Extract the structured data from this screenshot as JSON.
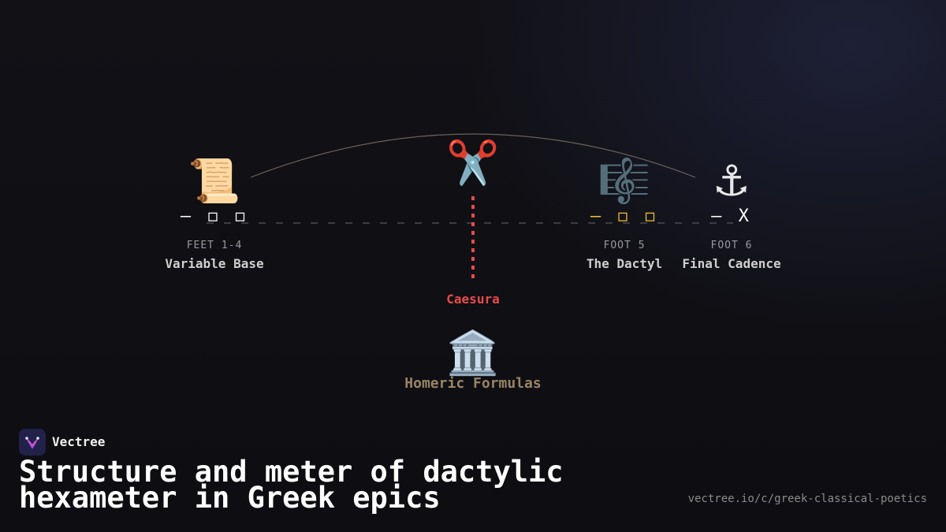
{
  "nodes": [
    {
      "id": "feet-1-4",
      "icon": "📜",
      "icon_name": "scroll-icon",
      "meter": "– ◻ ◻",
      "foot_label": "FEET 1-4",
      "name": "Variable Base",
      "meter_color": "#ffffff"
    },
    {
      "id": "foot-5",
      "icon": "🎼",
      "icon_name": "musical-score-icon",
      "meter": "– ◻ ◻",
      "foot_label": "FOOT 5",
      "name": "The Dactyl",
      "meter_color": "#f2c230"
    },
    {
      "id": "foot-6",
      "icon": "⚓",
      "icon_name": "anchor-icon",
      "meter": "– X",
      "foot_label": "FOOT 6",
      "name": "Final Cadence",
      "meter_color": "#ffffff"
    }
  ],
  "caesura": {
    "icon": "✂️",
    "icon_name": "scissors-icon",
    "label": "Caesura",
    "color": "#e84a4a"
  },
  "homeric": {
    "icon": "🏛️",
    "icon_name": "classical-building-icon",
    "label": "Homeric Formulas",
    "color": "#9a8466"
  },
  "brand": {
    "name": "Vectree"
  },
  "title": "Structure and meter of dactylic hexameter in Greek epics",
  "url": "vectree.io/c/greek-classical-poetics"
}
